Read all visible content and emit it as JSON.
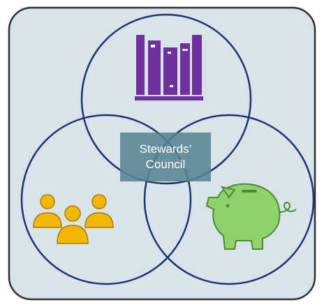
{
  "diagram": {
    "center_label": {
      "line1": "Stewards’",
      "line2": "Council"
    },
    "circles": [
      {
        "name": "books",
        "icon": "books-icon"
      },
      {
        "name": "people",
        "icon": "people-group-icon"
      },
      {
        "name": "savings",
        "icon": "piggy-bank-icon"
      }
    ]
  },
  "colors": {
    "panel_fill": "#d9e3ea",
    "panel_stroke": "#2e3035",
    "circle_stroke": "#1e3470",
    "books": "#7030a0",
    "people": "#f2b705",
    "people_stroke": "#b07a00",
    "piggy": "#8fd16a",
    "piggy_stroke": "#4c8a35",
    "label_box": "#568391",
    "label_text": "#ffffff"
  }
}
